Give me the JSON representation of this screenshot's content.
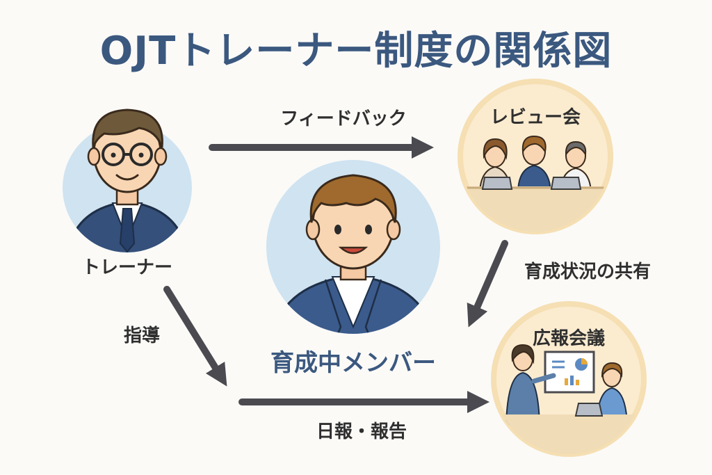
{
  "title": "OJTトレーナー制度の関係図",
  "nodes": {
    "trainer": "トレーナー",
    "member": "育成中メンバー",
    "review": "レビュー会",
    "pr_meeting": "広報会議"
  },
  "edges": {
    "feedback": "フィードバック",
    "progress_share": "育成状況の共有",
    "guidance": "指導",
    "daily_report": "日報・報告"
  },
  "colors": {
    "title": "#3b587f",
    "arrow": "#4a4a50",
    "suit": "#34507b",
    "circle_blue": "#cfe3f1",
    "circle_cream": "#fbecd0",
    "ring_cream": "#f5dfb3"
  }
}
